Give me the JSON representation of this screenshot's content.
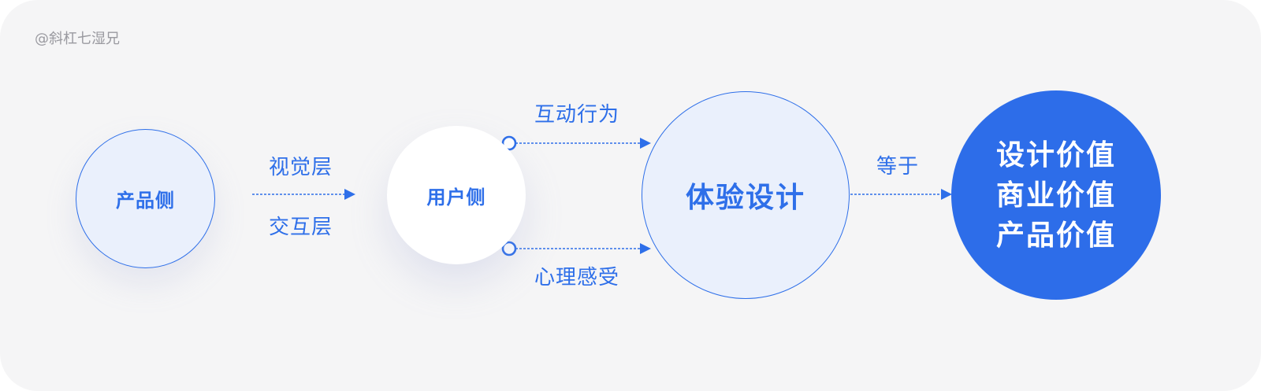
{
  "watermark": "@斜杠七湿兄",
  "nodes": {
    "product": "产品侧",
    "user": "用户侧",
    "experience": "体验设计",
    "value": [
      "设计价值",
      "商业价值",
      "产品价值"
    ]
  },
  "edges": {
    "product_to_user": {
      "top": "视觉层",
      "bottom": "交互层"
    },
    "user_to_experience": {
      "top": "互动行为",
      "bottom": "心理感受"
    },
    "experience_to_value": "等于"
  },
  "colors": {
    "accent": "#2e6fe9",
    "node_fill": "#eaf0fc",
    "value_fill": "#2d6de9",
    "background": "#f5f5f6",
    "watermark": "#9a9aa0"
  }
}
